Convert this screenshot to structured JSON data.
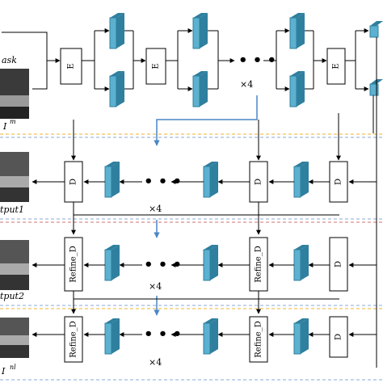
{
  "labels": {
    "mask": "ask",
    "im_main": "I",
    "im_sup": "m",
    "output1": "tput1",
    "output2": "tput2",
    "in_main": "I",
    "in_sup": "nl"
  },
  "boxes": {
    "encoder": "E",
    "decoder": "D",
    "refine": "Refine_D"
  },
  "repeat": {
    "enc": "×4",
    "dec1": "×4",
    "dec2": "×4",
    "dec3": "×4"
  },
  "ellipsis": "• • •",
  "colors": {
    "cube_face": "#5bb1cf",
    "cube_side": "#2f7f9e",
    "arrow_blue": "#4a86c5",
    "dash_orange": "#f0b030",
    "dash_blue": "#8aa8d8",
    "dash_red": "#d07070"
  }
}
